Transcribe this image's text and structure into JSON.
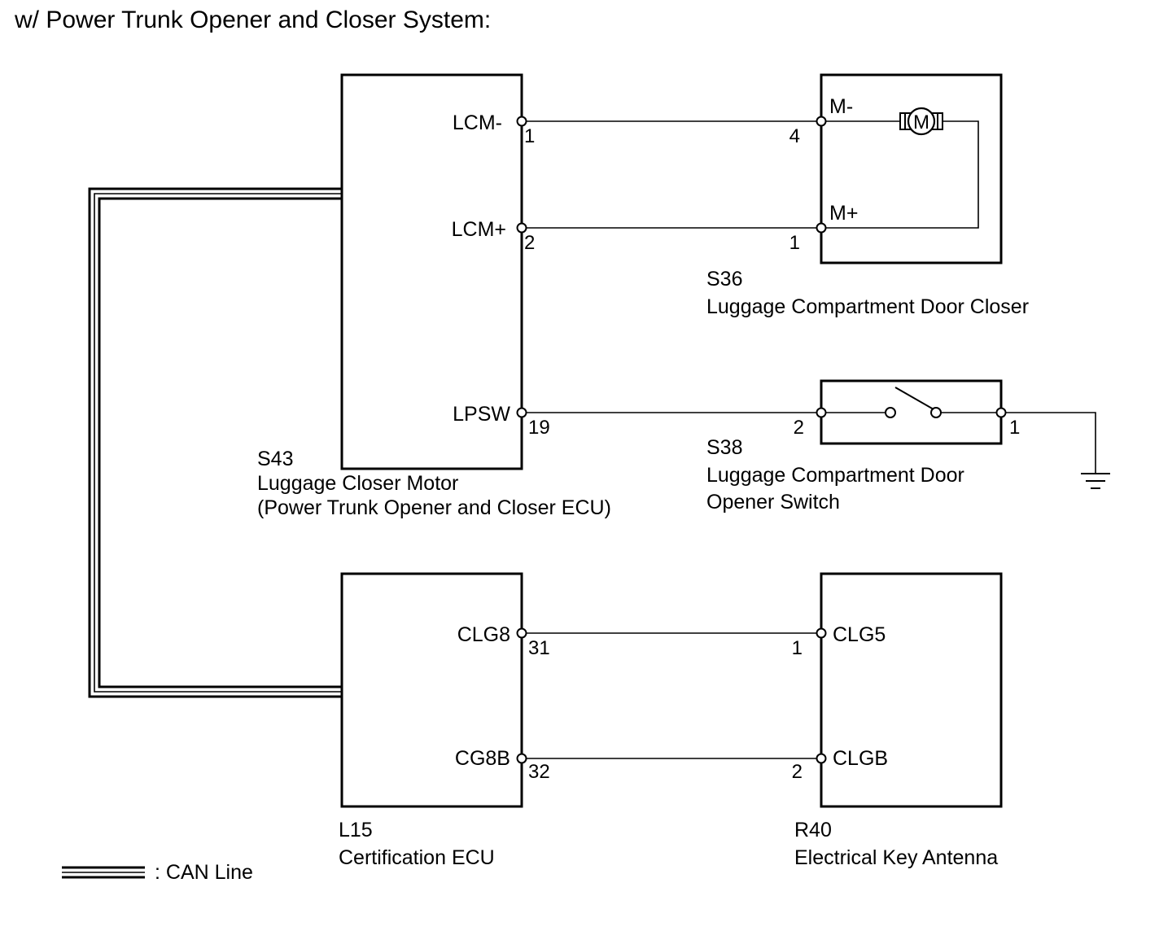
{
  "title": "w/ Power Trunk Opener and Closer System:",
  "components": {
    "s43": {
      "code": "S43",
      "name": "Luggage Closer Motor",
      "subname": "(Power Trunk Opener and Closer ECU)",
      "pins": [
        {
          "label": "LCM-",
          "number": "1"
        },
        {
          "label": "LCM+",
          "number": "2"
        },
        {
          "label": "LPSW",
          "number": "19"
        }
      ]
    },
    "s36": {
      "code": "S36",
      "name": "Luggage Compartment Door Closer",
      "motor_symbol": "M",
      "pins": [
        {
          "label": "M-",
          "number": "4"
        },
        {
          "label": "M+",
          "number": "1"
        }
      ]
    },
    "s38": {
      "code": "S38",
      "name_line1": "Luggage Compartment Door",
      "name_line2": "Opener Switch",
      "pins": [
        {
          "number": "2"
        },
        {
          "number": "1"
        }
      ]
    },
    "l15": {
      "code": "L15",
      "name": "Certification ECU",
      "pins": [
        {
          "label": "CLG8",
          "number": "31"
        },
        {
          "label": "CG8B",
          "number": "32"
        }
      ]
    },
    "r40": {
      "code": "R40",
      "name": "Electrical Key Antenna",
      "pins": [
        {
          "label": "CLG5",
          "number": "1"
        },
        {
          "label": "CLGB",
          "number": "2"
        }
      ]
    }
  },
  "legend": {
    "can_line": ": CAN Line"
  },
  "icons": [
    "motor-icon",
    "switch-icon",
    "ground-icon",
    "can-line-icon"
  ]
}
